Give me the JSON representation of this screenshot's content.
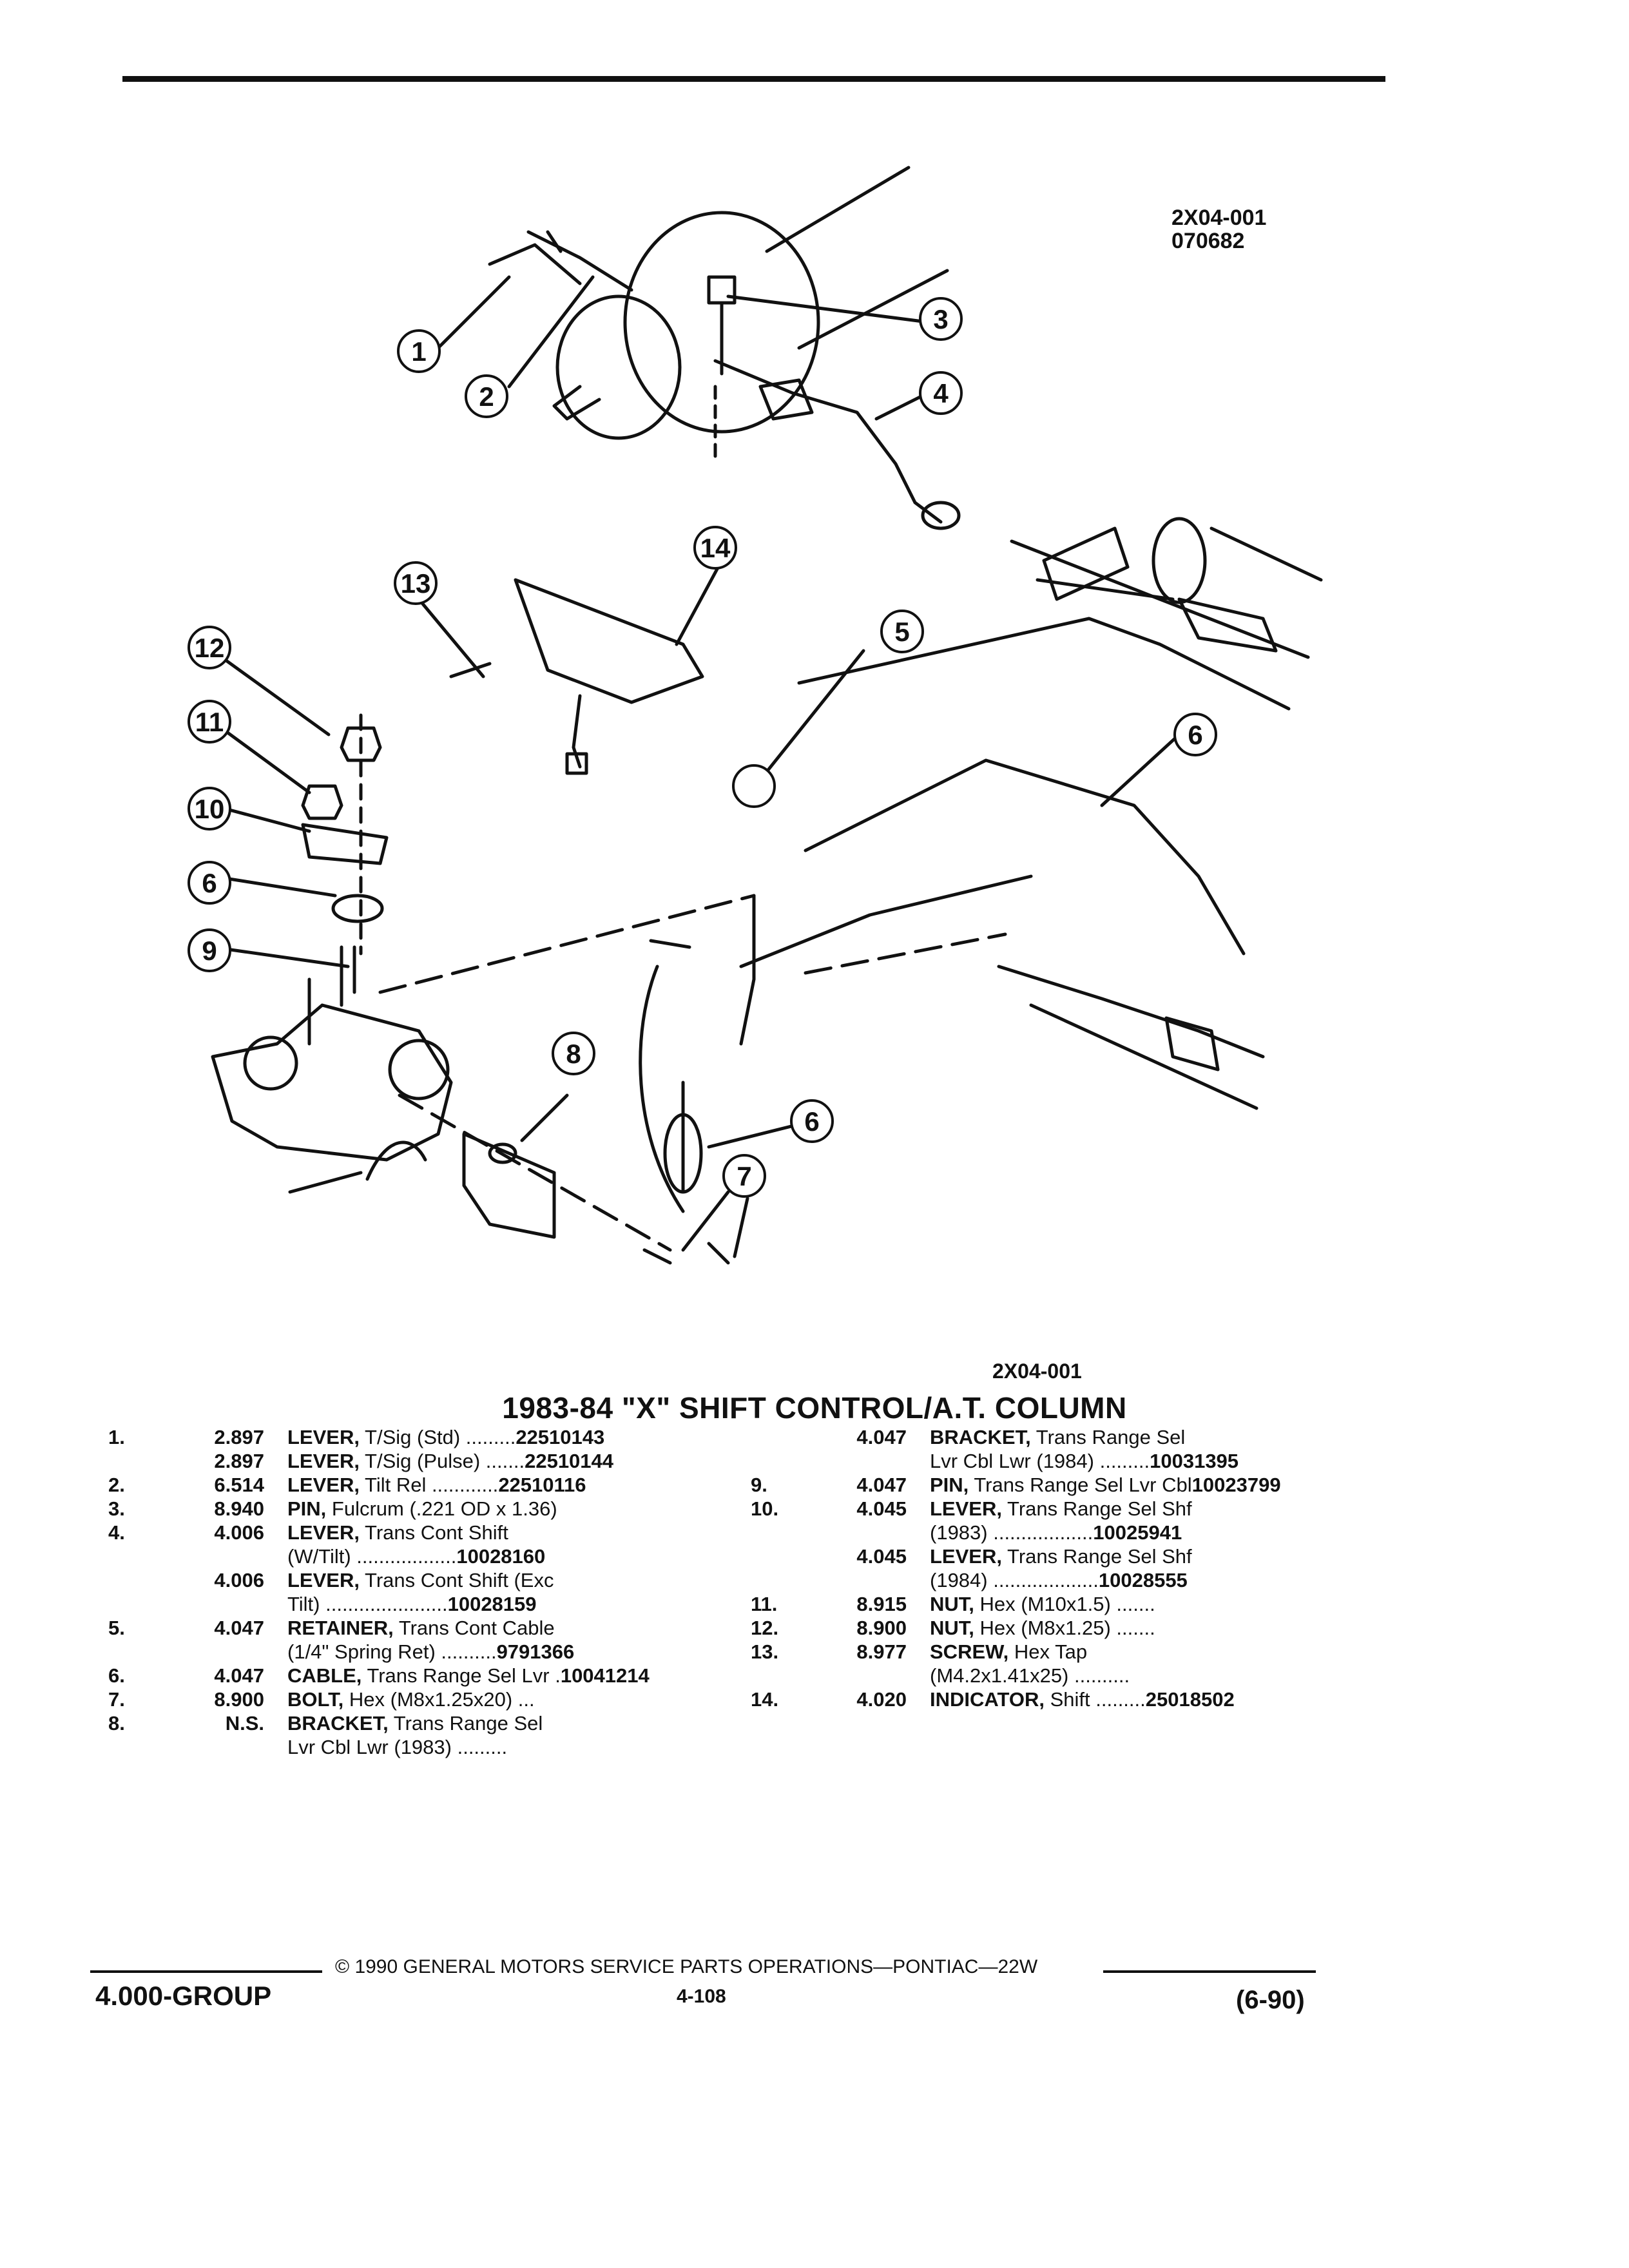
{
  "header": {
    "figure_code": "2X04-001",
    "figure_date": "070682"
  },
  "figure": {
    "bottom_code": "2X04-001",
    "title": "1983-84 \"X\" SHIFT CONTROL/A.T. COLUMN",
    "callouts": [
      "1",
      "2",
      "3",
      "4",
      "5",
      "6",
      "7",
      "8",
      "9",
      "10",
      "11",
      "12",
      "13",
      "14",
      "6",
      "6"
    ]
  },
  "parts_left": [
    {
      "num": "1.",
      "group": "2.897",
      "name": "LEVER,",
      "desc": "T/Sig (Std) .........",
      "part": "22510143"
    },
    {
      "num": "",
      "group": "2.897",
      "name": "LEVER,",
      "desc": "T/Sig (Pulse) .......",
      "part": "22510144"
    },
    {
      "num": "2.",
      "group": "6.514",
      "name": "LEVER,",
      "desc": "Tilt Rel ............",
      "part": "22510116"
    },
    {
      "num": "3.",
      "group": "8.940",
      "name": "PIN,",
      "desc": "Fulcrum (.221 OD x 1.36)",
      "part": ""
    },
    {
      "num": "4.",
      "group": "4.006",
      "name": "LEVER,",
      "desc": "Trans Cont Shift",
      "part": ""
    },
    {
      "num": "",
      "group": "",
      "name": "",
      "desc": "(W/Tilt) ..................",
      "part": "10028160"
    },
    {
      "num": "",
      "group": "4.006",
      "name": "LEVER,",
      "desc": "Trans Cont Shift (Exc",
      "part": ""
    },
    {
      "num": "",
      "group": "",
      "name": "",
      "desc": "Tilt) ......................",
      "part": "10028159"
    },
    {
      "num": "5.",
      "group": "4.047",
      "name": "RETAINER,",
      "desc": "Trans Cont Cable",
      "part": ""
    },
    {
      "num": "",
      "group": "",
      "name": "",
      "desc": "(1/4\" Spring Ret) ..........",
      "part": "9791366"
    },
    {
      "num": "6.",
      "group": "4.047",
      "name": "CABLE,",
      "desc": "Trans Range Sel Lvr .",
      "part": "10041214"
    },
    {
      "num": "7.",
      "group": "8.900",
      "name": "BOLT,",
      "desc": "Hex (M8x1.25x20) ...",
      "part": ""
    },
    {
      "num": "8.",
      "group": "N.S.",
      "name": "BRACKET,",
      "desc": "Trans Range Sel",
      "part": ""
    },
    {
      "num": "",
      "group": "",
      "name": "",
      "desc": "Lvr Cbl Lwr (1983) .........",
      "part": ""
    }
  ],
  "parts_right": [
    {
      "num": "",
      "group": "4.047",
      "name": "BRACKET,",
      "desc": "Trans Range Sel",
      "part": ""
    },
    {
      "num": "",
      "group": "",
      "name": "",
      "desc": "Lvr Cbl Lwr (1984) .........",
      "part": "10031395"
    },
    {
      "num": "9.",
      "group": "4.047",
      "name": "PIN,",
      "desc": "Trans Range Sel Lvr Cbl",
      "part": "10023799"
    },
    {
      "num": "10.",
      "group": "4.045",
      "name": "LEVER,",
      "desc": "Trans Range Sel Shf",
      "part": ""
    },
    {
      "num": "",
      "group": "",
      "name": "",
      "desc": "(1983) ..................",
      "part": "10025941"
    },
    {
      "num": "",
      "group": "4.045",
      "name": "LEVER,",
      "desc": "Trans Range Sel Shf",
      "part": ""
    },
    {
      "num": "",
      "group": "",
      "name": "",
      "desc": "(1984) ...................",
      "part": "10028555"
    },
    {
      "num": "11.",
      "group": "8.915",
      "name": "NUT,",
      "desc": "Hex (M10x1.5) .......",
      "part": ""
    },
    {
      "num": "12.",
      "group": "8.900",
      "name": "NUT,",
      "desc": "Hex (M8x1.25) .......",
      "part": ""
    },
    {
      "num": "13.",
      "group": "8.977",
      "name": "SCREW,",
      "desc": "Hex Tap",
      "part": ""
    },
    {
      "num": "",
      "group": "",
      "name": "",
      "desc": "(M4.2x1.41x25) ..........",
      "part": ""
    },
    {
      "num": "14.",
      "group": "4.020",
      "name": "INDICATOR,",
      "desc": "Shift .........",
      "part": "25018502"
    }
  ],
  "footer": {
    "copyright": "© 1990 GENERAL MOTORS SERVICE PARTS OPERATIONS—PONTIAC—22W",
    "group": "4.000-GROUP",
    "page": "4-108",
    "date": "(6-90)"
  }
}
